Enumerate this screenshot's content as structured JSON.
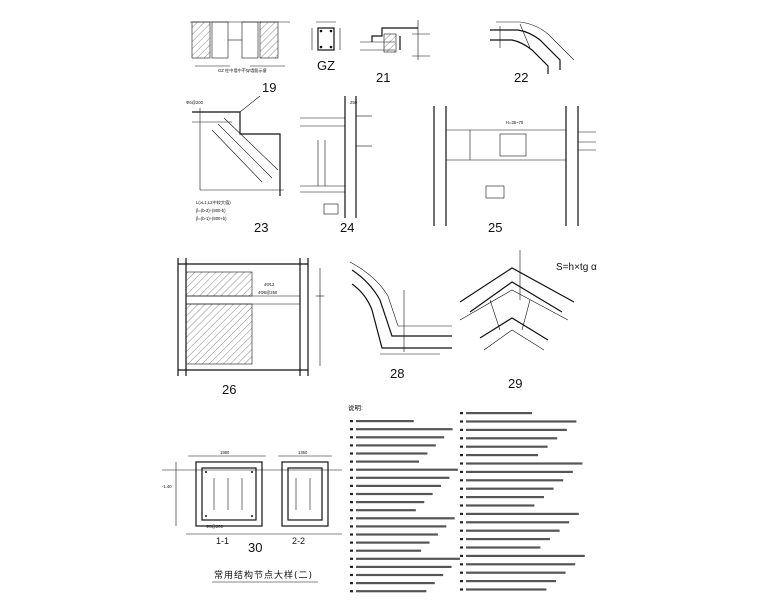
{
  "detail_numbers": {
    "d19": "19",
    "d20": "GZ",
    "d21": "21",
    "d22": "22",
    "d23": "23",
    "d24": "24",
    "d25": "25",
    "d26": "26",
    "d28": "28",
    "d29": "29",
    "d30": "30"
  },
  "section_labels": {
    "s11": "1-1",
    "s22": "2-2"
  },
  "sheet_title": "常用结构节点大样(二)",
  "formula": "S=h×tg α",
  "notes_title": "说明:",
  "labels": {
    "d19_caption": "GZ 柱中墙中不穿墙筋示意",
    "d23_dims": "L(≥L1,L2中较大值)",
    "d24_top": "250",
    "d25_h": "H=36~70",
    "d26_a": "4Φ12",
    "d26_b": "4Φ6@250",
    "d30_w1": "1980",
    "d30_w2": "1350",
    "d30_elev": "-1.40",
    "d30_bar": "Φ8@200"
  },
  "notes_left_count": 22,
  "notes_right_count": 22
}
